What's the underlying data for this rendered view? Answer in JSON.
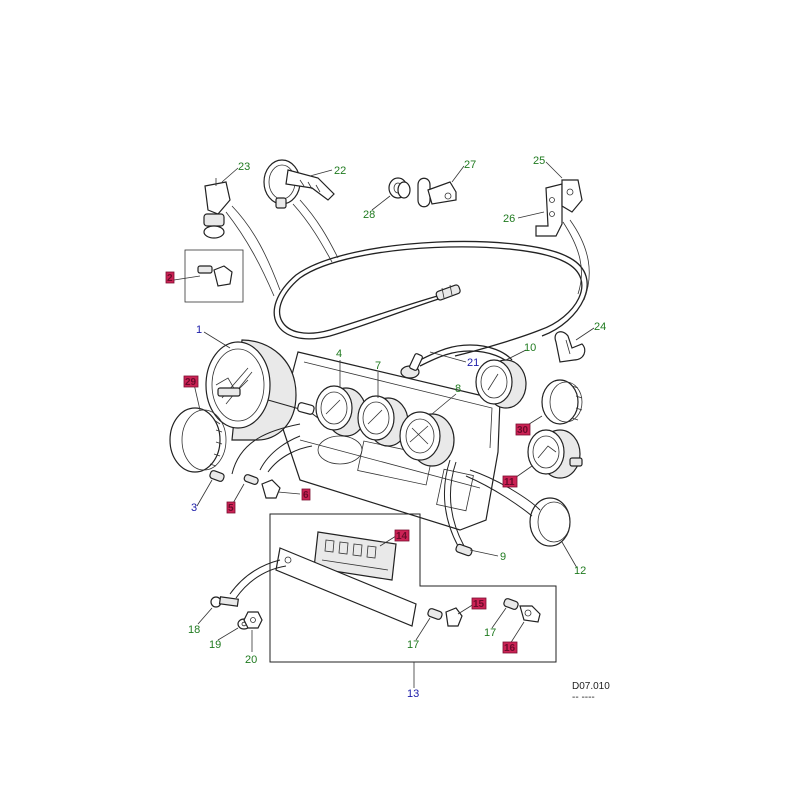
{
  "diagram": {
    "reference_code": "D07.010",
    "reference_sub": "-- ----",
    "callouts": [
      {
        "id": "c1",
        "text": "1",
        "style": "blue"
      },
      {
        "id": "c2",
        "text": "2",
        "style": "boxed"
      },
      {
        "id": "c3",
        "text": "3",
        "style": "blue"
      },
      {
        "id": "c4",
        "text": "4",
        "style": "green"
      },
      {
        "id": "c5",
        "text": "5",
        "style": "boxed"
      },
      {
        "id": "c6",
        "text": "6",
        "style": "boxed"
      },
      {
        "id": "c7",
        "text": "7",
        "style": "green"
      },
      {
        "id": "c8",
        "text": "8",
        "style": "green"
      },
      {
        "id": "c9",
        "text": "9",
        "style": "green"
      },
      {
        "id": "c10",
        "text": "10",
        "style": "green"
      },
      {
        "id": "c11",
        "text": "11",
        "style": "boxed"
      },
      {
        "id": "c12",
        "text": "12",
        "style": "green"
      },
      {
        "id": "c13",
        "text": "13",
        "style": "blue"
      },
      {
        "id": "c14",
        "text": "14",
        "style": "boxed"
      },
      {
        "id": "c15",
        "text": "15",
        "style": "boxed"
      },
      {
        "id": "c16",
        "text": "16",
        "style": "boxed"
      },
      {
        "id": "c17a",
        "text": "17",
        "style": "green"
      },
      {
        "id": "c17b",
        "text": "17",
        "style": "green"
      },
      {
        "id": "c18",
        "text": "18",
        "style": "green"
      },
      {
        "id": "c19",
        "text": "19",
        "style": "green"
      },
      {
        "id": "c20",
        "text": "20",
        "style": "green"
      },
      {
        "id": "c21",
        "text": "21",
        "style": "blue"
      },
      {
        "id": "c22",
        "text": "22",
        "style": "green"
      },
      {
        "id": "c23",
        "text": "23",
        "style": "green"
      },
      {
        "id": "c24",
        "text": "24",
        "style": "green"
      },
      {
        "id": "c25",
        "text": "25",
        "style": "green"
      },
      {
        "id": "c26",
        "text": "26",
        "style": "green"
      },
      {
        "id": "c27",
        "text": "27",
        "style": "green"
      },
      {
        "id": "c28",
        "text": "28",
        "style": "green"
      },
      {
        "id": "c29",
        "text": "29",
        "style": "boxed"
      },
      {
        "id": "c30",
        "text": "30",
        "style": "boxed"
      }
    ]
  }
}
